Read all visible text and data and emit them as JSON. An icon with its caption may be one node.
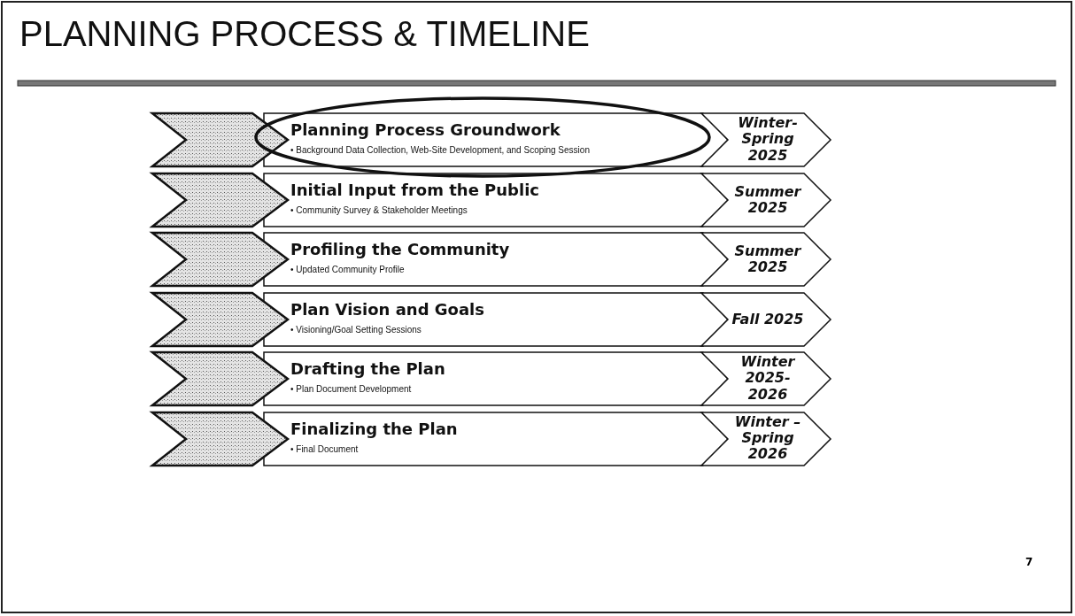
{
  "diagram": {
    "title": "PLANNING PROCESS & TIMELINE",
    "nodes": [
      {
        "text": [],
        "shape": "chevron"
      },
      {
        "text": [
          "Planning Process Groundwork",
          "• Background Data Collection, Web-Site Development, and Scoping Session"
        ]
      },
      {
        "text": [
          "Winter-Spring 2025"
        ]
      },
      {
        "text": [],
        "shape": "chevron"
      },
      {
        "text": [
          "Initial Input from the Public",
          "• Community Survey & Stakeholder Meetings"
        ]
      },
      {
        "text": [
          "Summer 2025"
        ]
      },
      {
        "text": [],
        "shape": "chevron"
      },
      {
        "text": [
          "Profiling the Community",
          "• Updated Community Profile"
        ]
      },
      {
        "text": [
          "Summer 2025"
        ]
      },
      {
        "text": [],
        "shape": "chevron"
      },
      {
        "text": [
          "Plan Vision and Goals",
          "• Visioning/Goal Setting Sessions"
        ]
      },
      {
        "text": [
          "Fall 2025"
        ]
      },
      {
        "text": [],
        "shape": "chevron"
      },
      {
        "text": [
          "Drafting the Plan",
          "• Plan Document Development"
        ]
      },
      {
        "text": [
          "Winter 2025- 2026"
        ]
      },
      {
        "text": [],
        "shape": "chevron"
      },
      {
        "text": [
          "Finalizing the Plan",
          "• Final Document"
        ]
      },
      {
        "text": [
          "Winter – Spring 2026"
        ]
      }
    ],
    "labels": [
      "7"
    ]
  }
}
